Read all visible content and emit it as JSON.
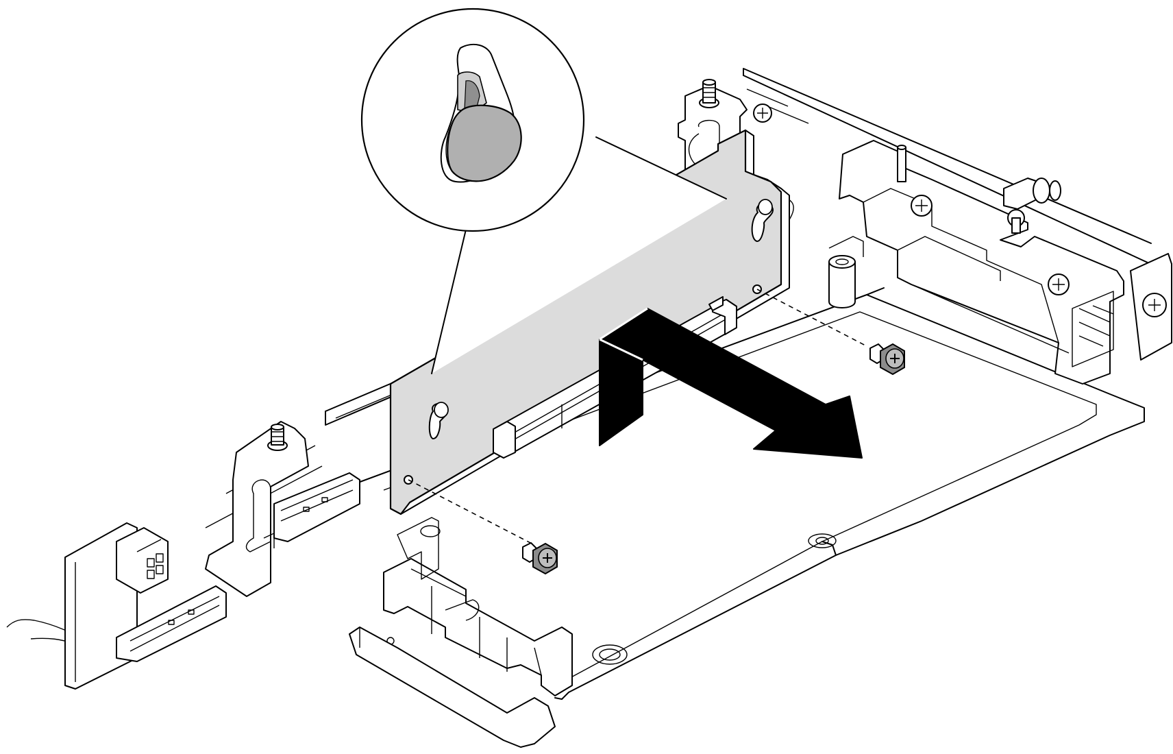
{
  "figure": {
    "subject": "riser-card-removal",
    "colors": {
      "line": "#000000",
      "board": "#dcdcdc",
      "callout-fill": "#ffffff",
      "screw-head": "#8c8c8c",
      "arrow": "#000000"
    },
    "parts": [
      {
        "name": "chassis-tray"
      },
      {
        "name": "riser-card"
      },
      {
        "name": "riser-bracket-front"
      },
      {
        "name": "riser-bracket-rear"
      },
      {
        "name": "screw",
        "count": 2
      },
      {
        "name": "direction-arrow"
      },
      {
        "name": "magnified-callout"
      }
    ]
  }
}
